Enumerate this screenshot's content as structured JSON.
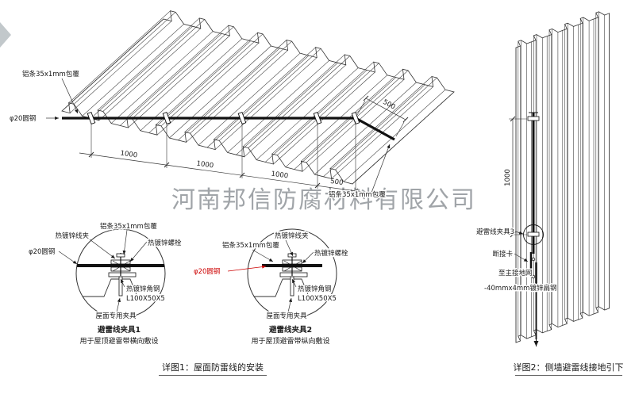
{
  "watermark": {
    "company": "河南邦信防腐材料有限公司"
  },
  "colors": {
    "accent_red": "#cc0000",
    "line": "#1a1a1a",
    "watermark_gray": "#90959a"
  },
  "roof_view": {
    "label_strip_top": "铝条35x1mm包覆",
    "label_round_steel": "φ20圆钢",
    "label_strip_bottom": "铝条35x1mm包覆",
    "dims": {
      "seg1": "1000",
      "seg2": "1000",
      "seg3": "1000",
      "seg4": "500",
      "seg5": "500"
    }
  },
  "clamp_detail_1": {
    "labels": {
      "wire_clip": "热镀锌线夹",
      "alu_strip": "铝条35x1mm包覆",
      "bolt": "热镀锌螺栓",
      "round_steel": "φ20圆钢",
      "angle_steel": "热镀锌角钢",
      "angle_spec": "L100X50X5",
      "roof_fixture": "屋面专用夹具"
    },
    "title": "避雷线夹具1",
    "subtitle": "用于屋顶避雷带横向敷设"
  },
  "clamp_detail_2": {
    "labels": {
      "wire_clip": "热镀锌线夹",
      "alu_strip": "铝条35x1mm包覆",
      "bolt": "热镀锌螺栓",
      "round_steel": "φ20圆钢",
      "angle_steel": "热镀锌角钢",
      "angle_spec": "L100X50X5",
      "roof_fixture": "屋面专用夹具"
    },
    "title": "避雷线夹具2",
    "subtitle": "用于屋顶避雷带纵向敷设"
  },
  "wall_view": {
    "dim_height": "1000",
    "label_clamp": "避雷线夹具3",
    "label_disconnect": "断接卡",
    "label_to_ground": "至主接地网",
    "label_flat_steel": "-40mmx4mm镀锌扁钢"
  },
  "captions": {
    "detail1": "详图1：屋面防雷线的安装",
    "detail2": "详图2：侧墙避雷线接地引下"
  }
}
